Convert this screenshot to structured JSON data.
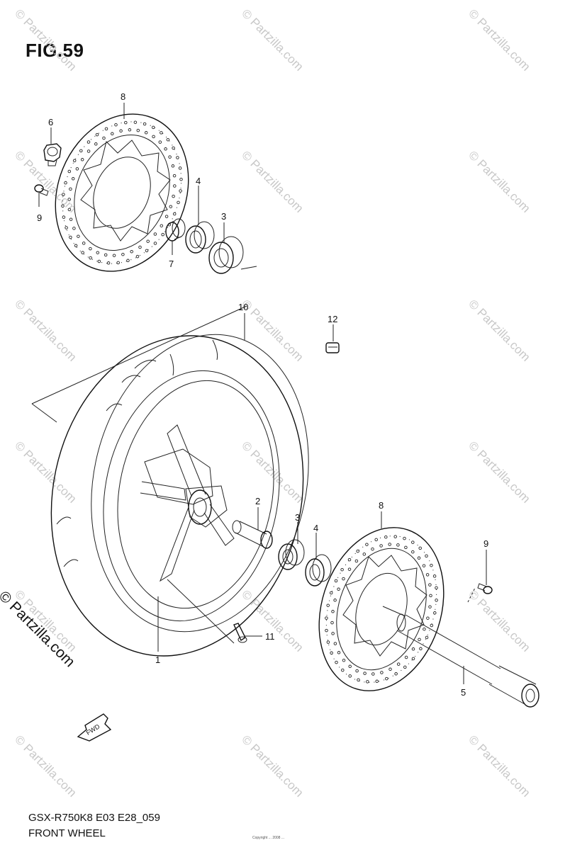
{
  "figure": {
    "title": "FIG.59",
    "model_code": "GSX-R750K8 E03 E28_059",
    "section": "FRONT WHEEL",
    "side_watermark": "© Partzilla.com",
    "copyright_note": "Copyright ... 2008 ..."
  },
  "watermark_text": "© Partzilla.com",
  "fwd_label": "FWD",
  "callouts": [
    {
      "id": "c8a",
      "label": "8"
    },
    {
      "id": "c6",
      "label": "6"
    },
    {
      "id": "c9a",
      "label": "9"
    },
    {
      "id": "c4a",
      "label": "4"
    },
    {
      "id": "c3a",
      "label": "3"
    },
    {
      "id": "c7",
      "label": "7"
    },
    {
      "id": "c10",
      "label": "10"
    },
    {
      "id": "c12",
      "label": "12"
    },
    {
      "id": "c2",
      "label": "2"
    },
    {
      "id": "c3b",
      "label": "3"
    },
    {
      "id": "c4b",
      "label": "4"
    },
    {
      "id": "c8b",
      "label": "8"
    },
    {
      "id": "c9b",
      "label": "9"
    },
    {
      "id": "c11",
      "label": "11"
    },
    {
      "id": "c1",
      "label": "1"
    },
    {
      "id": "c5",
      "label": "5"
    }
  ],
  "parts": [
    {
      "no": "1",
      "name": "wheel"
    },
    {
      "no": "2",
      "name": "spacer"
    },
    {
      "no": "3",
      "name": "bearing"
    },
    {
      "no": "4",
      "name": "oil-seal"
    },
    {
      "no": "5",
      "name": "axle"
    },
    {
      "no": "6",
      "name": "nut"
    },
    {
      "no": "7",
      "name": "spacer-collar"
    },
    {
      "no": "8",
      "name": "brake-disc"
    },
    {
      "no": "9",
      "name": "bolt"
    },
    {
      "no": "10",
      "name": "tire"
    },
    {
      "no": "11",
      "name": "valve"
    },
    {
      "no": "12",
      "name": "valve-cap"
    }
  ]
}
